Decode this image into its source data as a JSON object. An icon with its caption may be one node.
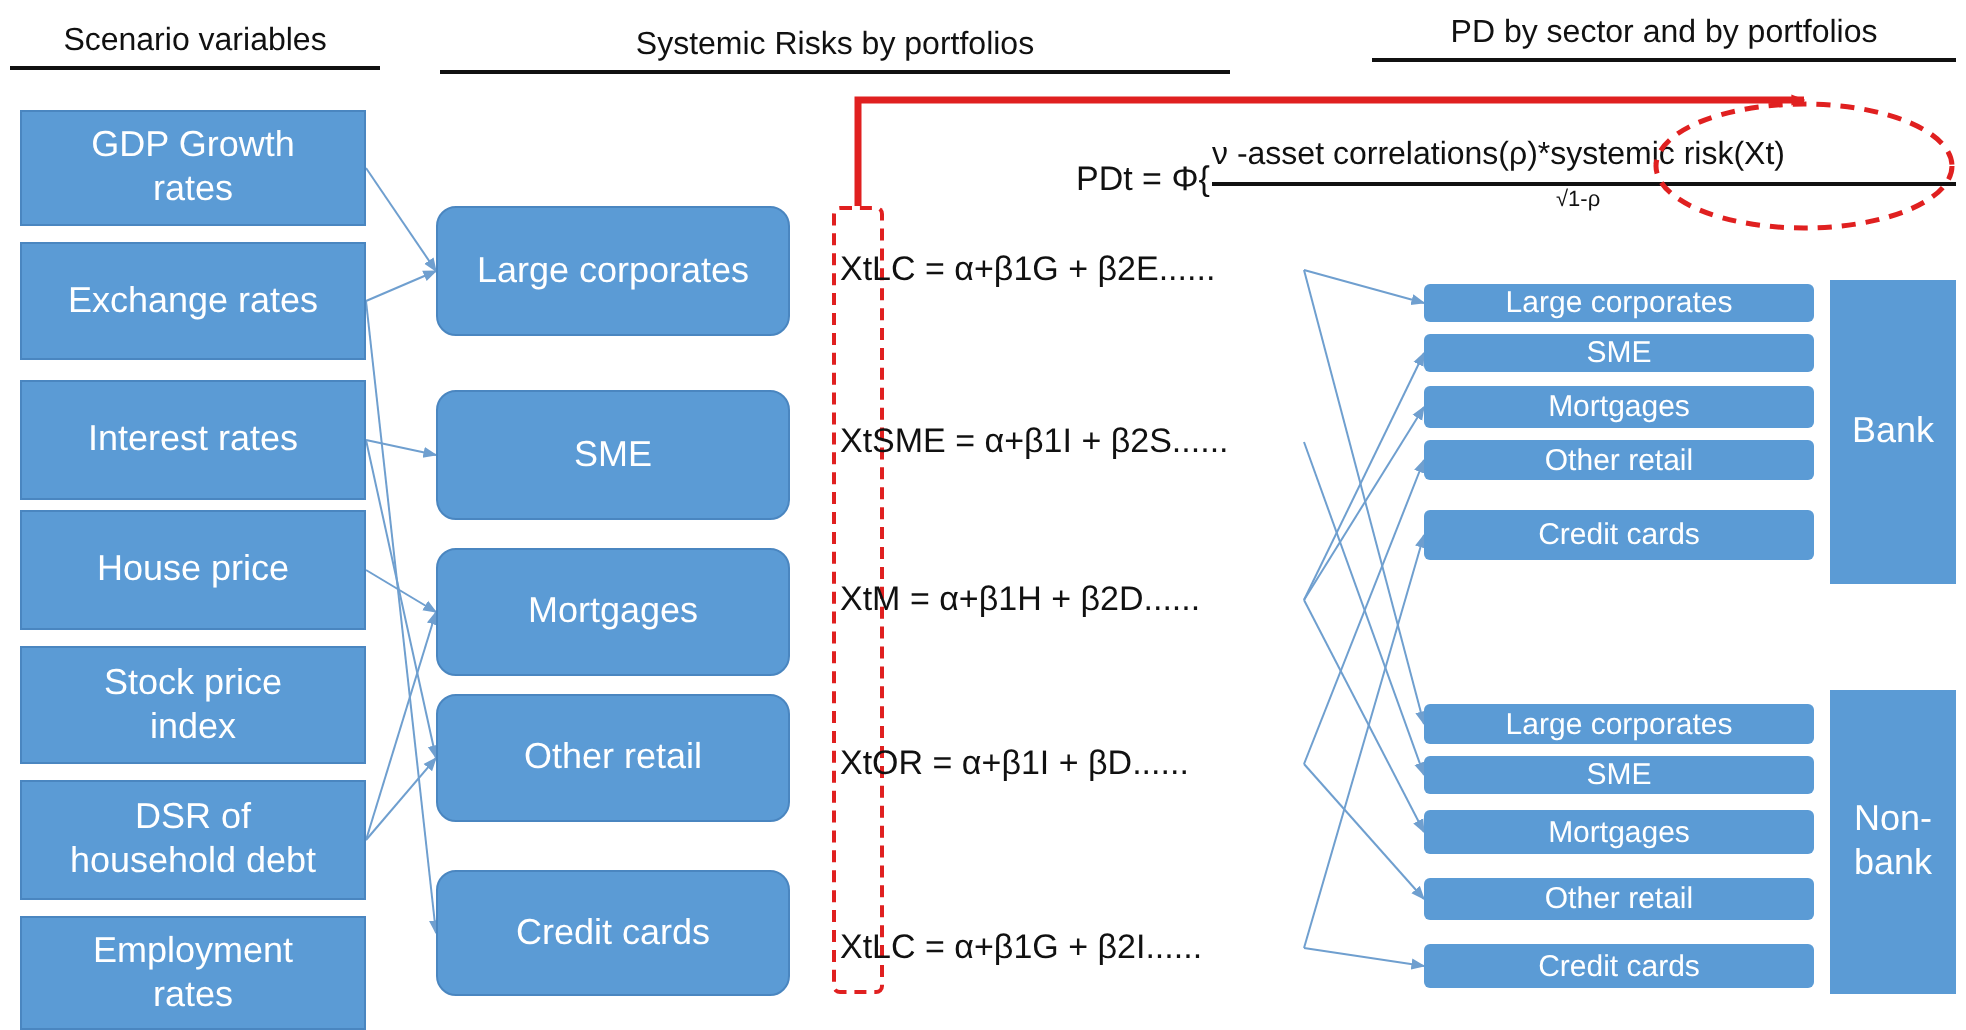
{
  "diagram": {
    "nodes": [
      {
        "text": [
          "GDP Growth rates"
        ]
      },
      {
        "text": [
          "Exchange rates"
        ]
      },
      {
        "text": [
          "Interest rates"
        ]
      },
      {
        "text": [
          "House price"
        ]
      },
      {
        "text": [
          "Stock price index"
        ]
      },
      {
        "text": [
          "DSR of household debt"
        ]
      },
      {
        "text": [
          "Employment rates"
        ]
      },
      {
        "text": [
          "Large corporates"
        ]
      },
      {
        "text": [
          "SME"
        ]
      },
      {
        "text": [
          "Mortgages"
        ]
      },
      {
        "text": [
          "Other retail"
        ]
      },
      {
        "text": [
          "Credit cards"
        ]
      },
      {
        "text": [],
        "shape": "box"
      },
      {
        "text": [
          "XtLC = α+β1G + β2E......"
        ]
      },
      {
        "text": [
          "XtSME = α+β1I + β2S......"
        ]
      },
      {
        "text": [
          "XtM = α+β1H + β2D......"
        ]
      },
      {
        "text": [
          "XtOR = α+β1I + βD......"
        ]
      },
      {
        "text": [
          "XtLC = α+β1G + β2I......"
        ]
      },
      {
        "text": [],
        "shape": "circle"
      },
      {
        "text": [
          "Large corporates"
        ]
      },
      {
        "text": [
          "SME"
        ]
      },
      {
        "text": [
          "Mortgages"
        ]
      },
      {
        "text": [
          "Other retail"
        ]
      },
      {
        "text": [
          "Credit cards"
        ]
      },
      {
        "text": [
          "Bank"
        ]
      },
      {
        "text": [
          "Large corporates"
        ]
      },
      {
        "text": [
          "SME"
        ]
      },
      {
        "text": [
          "Mortgages"
        ]
      },
      {
        "text": [
          "Other retail"
        ]
      },
      {
        "text": [
          "Credit cards"
        ]
      },
      {
        "text": [
          "Non-bank"
        ]
      }
    ],
    "edges": [
      {
        "from": 0,
        "to": 7,
        "arrow": "to"
      },
      {
        "from": 1,
        "to": 7,
        "arrow": "to"
      },
      {
        "from": 1,
        "to": 11,
        "arrow": "to"
      },
      {
        "from": 2,
        "to": 8,
        "arrow": "to"
      },
      {
        "from": 2,
        "to": 10,
        "arrow": "to"
      },
      {
        "from": 3,
        "to": 9,
        "arrow": "to"
      },
      {
        "from": 5,
        "to": 9,
        "arrow": "to"
      },
      {
        "from": 5,
        "to": 10,
        "arrow": "to"
      },
      {
        "from": 12,
        "to": 18,
        "arrow": "to",
        "style": "thick",
        "color": "#e02020"
      },
      {
        "from": 13,
        "to": 19,
        "arrow": "to"
      },
      {
        "from": 13,
        "to": 25,
        "arrow": "to"
      },
      {
        "from": 14,
        "to": 26,
        "arrow": "to"
      },
      {
        "from": 15,
        "to": 20,
        "arrow": "to"
      },
      {
        "from": 15,
        "to": 21,
        "arrow": "to"
      },
      {
        "from": 15,
        "to": 27,
        "arrow": "to"
      },
      {
        "from": 16,
        "to": 22,
        "arrow": "to"
      },
      {
        "from": 16,
        "to": 28,
        "arrow": "to"
      },
      {
        "from": 17,
        "to": 23,
        "arrow": "to"
      },
      {
        "from": 17,
        "to": 29,
        "arrow": "to"
      }
    ],
    "labels": [
      "Scenario variables",
      "Systemic Risks by portfolios",
      "PD by sector and by portfolios",
      "PDt = Φ{",
      "ν -asset correlations(ρ)*systemic risk(Xt)",
      "√1-ρ"
    ]
  }
}
